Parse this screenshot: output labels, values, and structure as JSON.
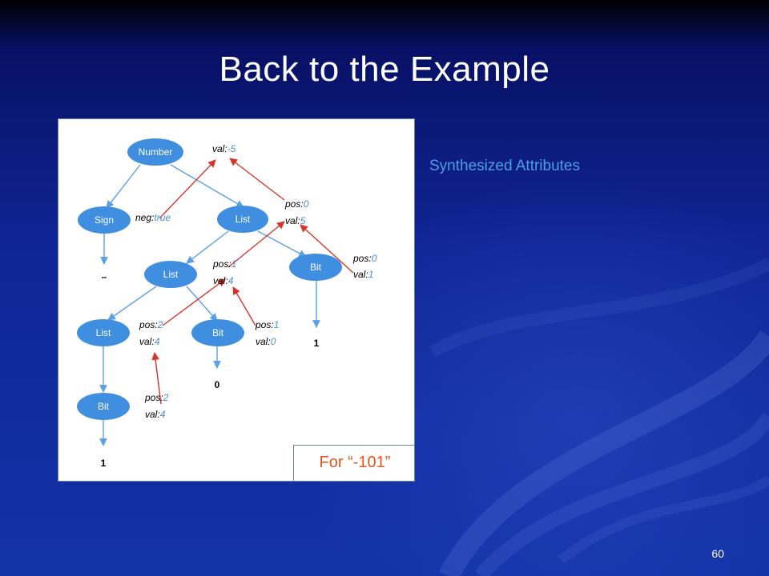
{
  "slide": {
    "title": "Back to the Example",
    "side_label": "Synthesized Attributes",
    "legend": "For “-101”",
    "page_number": "60"
  },
  "nodes": [
    {
      "id": "number",
      "label": "Number"
    },
    {
      "id": "sign",
      "label": "Sign"
    },
    {
      "id": "list-top",
      "label": "List"
    },
    {
      "id": "list-mid",
      "label": "List"
    },
    {
      "id": "bit-right",
      "label": "Bit"
    },
    {
      "id": "list-low",
      "label": "List"
    },
    {
      "id": "bit-mid",
      "label": "Bit"
    },
    {
      "id": "bit-low",
      "label": "Bit"
    }
  ],
  "leaves": [
    {
      "id": "leaf-minus",
      "label": "–"
    },
    {
      "id": "leaf-one-right",
      "label": "1"
    },
    {
      "id": "leaf-zero",
      "label": "0"
    },
    {
      "id": "leaf-one-low",
      "label": "1"
    }
  ],
  "attributes": [
    {
      "id": "number-val",
      "parts": [
        [
          "val:",
          "-5"
        ]
      ]
    },
    {
      "id": "sign-neg",
      "parts": [
        [
          "neg:",
          "true"
        ]
      ]
    },
    {
      "id": "list-top-attrs",
      "parts": [
        [
          "pos:",
          "0"
        ],
        [
          "val:",
          "5"
        ]
      ]
    },
    {
      "id": "list-mid-attrs",
      "parts": [
        [
          "pos:",
          "1"
        ],
        [
          "val:",
          "4"
        ]
      ]
    },
    {
      "id": "bit-right-attrs",
      "parts": [
        [
          "pos:",
          "0"
        ],
        [
          "val:",
          "1"
        ]
      ]
    },
    {
      "id": "list-low-attrs",
      "parts": [
        [
          "pos:",
          "2"
        ],
        [
          "val:",
          "4"
        ]
      ]
    },
    {
      "id": "bit-mid-attrs",
      "parts": [
        [
          "pos:",
          "1"
        ],
        [
          "val:",
          "0"
        ]
      ]
    },
    {
      "id": "bit-low-attrs",
      "parts": [
        [
          "pos:",
          "2"
        ],
        [
          "val:",
          "4"
        ]
      ]
    }
  ],
  "colors": {
    "node_fill": "#3f8ee0",
    "tree_edge": "#5b9fe6",
    "attribute_arrow": "#d9342b",
    "attribute_value": "#4a8fd6",
    "legend_text": "#e8541e",
    "side_label": "#4aa0e8"
  }
}
